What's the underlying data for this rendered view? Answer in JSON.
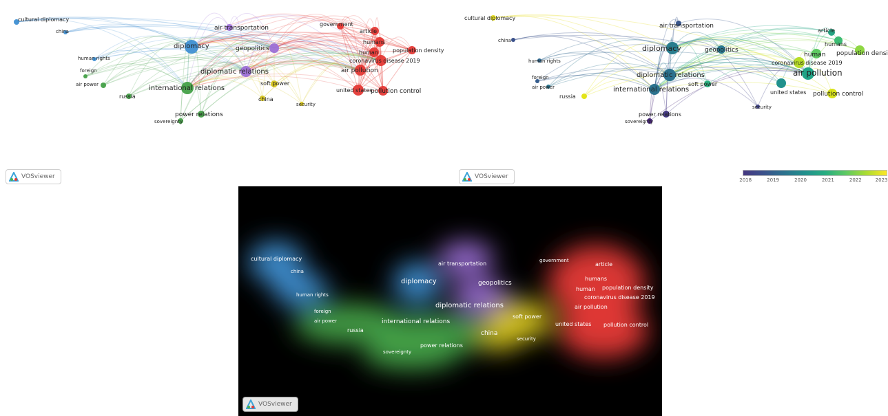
{
  "branding": {
    "logo_text": "VOSviewer",
    "logo_icon": "vosviewer-logo-icon",
    "logo_colors": [
      "#3ba3d8",
      "#4caf50",
      "#e53935"
    ]
  },
  "cluster_colors": {
    "red": "#e53935",
    "green": "#43a047",
    "blue": "#3f8fd2",
    "yellow": "#d4c21a",
    "purple": "#9c6fd6"
  },
  "network": {
    "labels": [
      {
        "text": "cultural diplomacy",
        "cluster": "blue"
      },
      {
        "text": "china",
        "cluster": "blue"
      },
      {
        "text": "human rights",
        "cluster": "blue"
      },
      {
        "text": "diplomacy",
        "cluster": "blue"
      },
      {
        "text": "air transportation",
        "cluster": "purple"
      },
      {
        "text": "geopolitics",
        "cluster": "purple"
      },
      {
        "text": "diplomatic relations",
        "cluster": "purple"
      },
      {
        "text": "foreign",
        "cluster": "green"
      },
      {
        "text": "air power",
        "cluster": "green"
      },
      {
        "text": "russia",
        "cluster": "green"
      },
      {
        "text": "international relations",
        "cluster": "green"
      },
      {
        "text": "power relations",
        "cluster": "green"
      },
      {
        "text": "sovereignty",
        "cluster": "green"
      },
      {
        "text": "soft power",
        "cluster": "yellow"
      },
      {
        "text": "china",
        "cluster": "yellow"
      },
      {
        "text": "security",
        "cluster": "yellow"
      },
      {
        "text": "government",
        "cluster": "red"
      },
      {
        "text": "article",
        "cluster": "red"
      },
      {
        "text": "humans",
        "cluster": "red"
      },
      {
        "text": "human",
        "cluster": "red"
      },
      {
        "text": "population density",
        "cluster": "red"
      },
      {
        "text": "coronavirus disease 2019",
        "cluster": "red"
      },
      {
        "text": "air pollution",
        "cluster": "red"
      },
      {
        "text": "united states",
        "cluster": "red"
      },
      {
        "text": "pollution control",
        "cluster": "red"
      }
    ]
  },
  "overlay": {
    "labels": [
      "cultural diplomacy",
      "air transportation",
      "diplomacy",
      "geopolitics",
      "article",
      "humans",
      "population density",
      "human",
      "coronavirus disease 2019",
      "air pollution",
      "china",
      "human rights",
      "diplomatic relations",
      "international relations",
      "soft power",
      "united states",
      "pollution control",
      "russia",
      "security",
      "sovereignty",
      "power relations",
      "air power",
      "foreign"
    ],
    "legend": {
      "ticks": [
        "2018",
        "2019",
        "2020",
        "2021",
        "2022",
        "2023"
      ],
      "colors": [
        "#453781",
        "#21908d",
        "#fde725"
      ]
    }
  },
  "density": {
    "labels": [
      "cultural diplomacy",
      "china",
      "human rights",
      "air transportation",
      "diplomacy",
      "geopolitics",
      "government",
      "article",
      "humans",
      "human",
      "population density",
      "coronavirus disease 2019",
      "diplomatic relations",
      "soft power",
      "air pollution",
      "foreign",
      "air power",
      "russia",
      "international relations",
      "china",
      "united states",
      "pollution control",
      "security",
      "power relations",
      "sovereignty"
    ]
  }
}
